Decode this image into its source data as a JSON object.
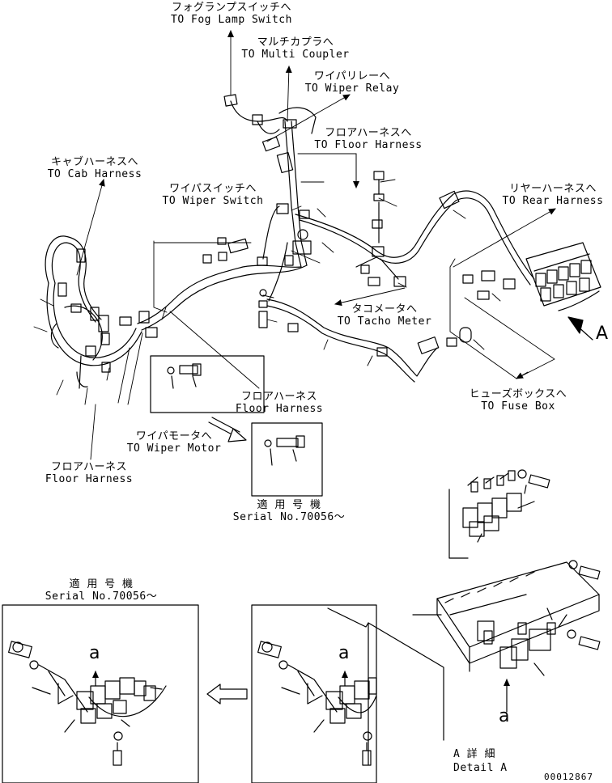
{
  "callouts": {
    "fog_lamp_jp": "フォグランプスイッチへ",
    "fog_lamp_en": "TO Fog Lamp Switch",
    "multi_coupler_jp": "マルチカプラへ",
    "multi_coupler_en": "TO Multi Coupler",
    "wiper_relay_jp": "ワイパリレーへ",
    "wiper_relay_en": "TO Wiper Relay",
    "floor_harness_top_jp": "フロアハーネスへ",
    "floor_harness_top_en": "TO Floor Harness",
    "cab_harness_jp": "キャブハーネスへ",
    "cab_harness_en": "TO Cab Harness",
    "wiper_switch_jp": "ワイパスイッチへ",
    "wiper_switch_en": "TO Wiper Switch",
    "rear_harness_jp": "リヤーハーネスへ",
    "rear_harness_en": "TO Rear Harness",
    "tacho_meter_jp": "タコメータへ",
    "tacho_meter_en": "TO Tacho Meter",
    "fuse_box_jp": "ヒューズボックスへ",
    "fuse_box_en": "TO Fuse Box",
    "floor_harness_mid_jp": "フロアハーネス",
    "floor_harness_mid_en": "Floor Harness",
    "wiper_motor_jp": "ワイパモータへ",
    "wiper_motor_en": "TO Wiper Motor",
    "floor_harness_left_jp": "フロアハーネス",
    "floor_harness_left_en": "Floor Harness",
    "serial_mid_jp": "適 用 号 機",
    "serial_mid_en": "Serial No.70056～",
    "serial_left_jp": "適 用 号 機",
    "serial_left_en": "Serial No.70056～",
    "view_a": "A",
    "detail_jp": "A 詳 細",
    "detail_en": "Detail A",
    "view_a_lower": "a",
    "view_a_lower2": "a",
    "view_a_lower3": "a",
    "drawing_number": "00012867"
  }
}
